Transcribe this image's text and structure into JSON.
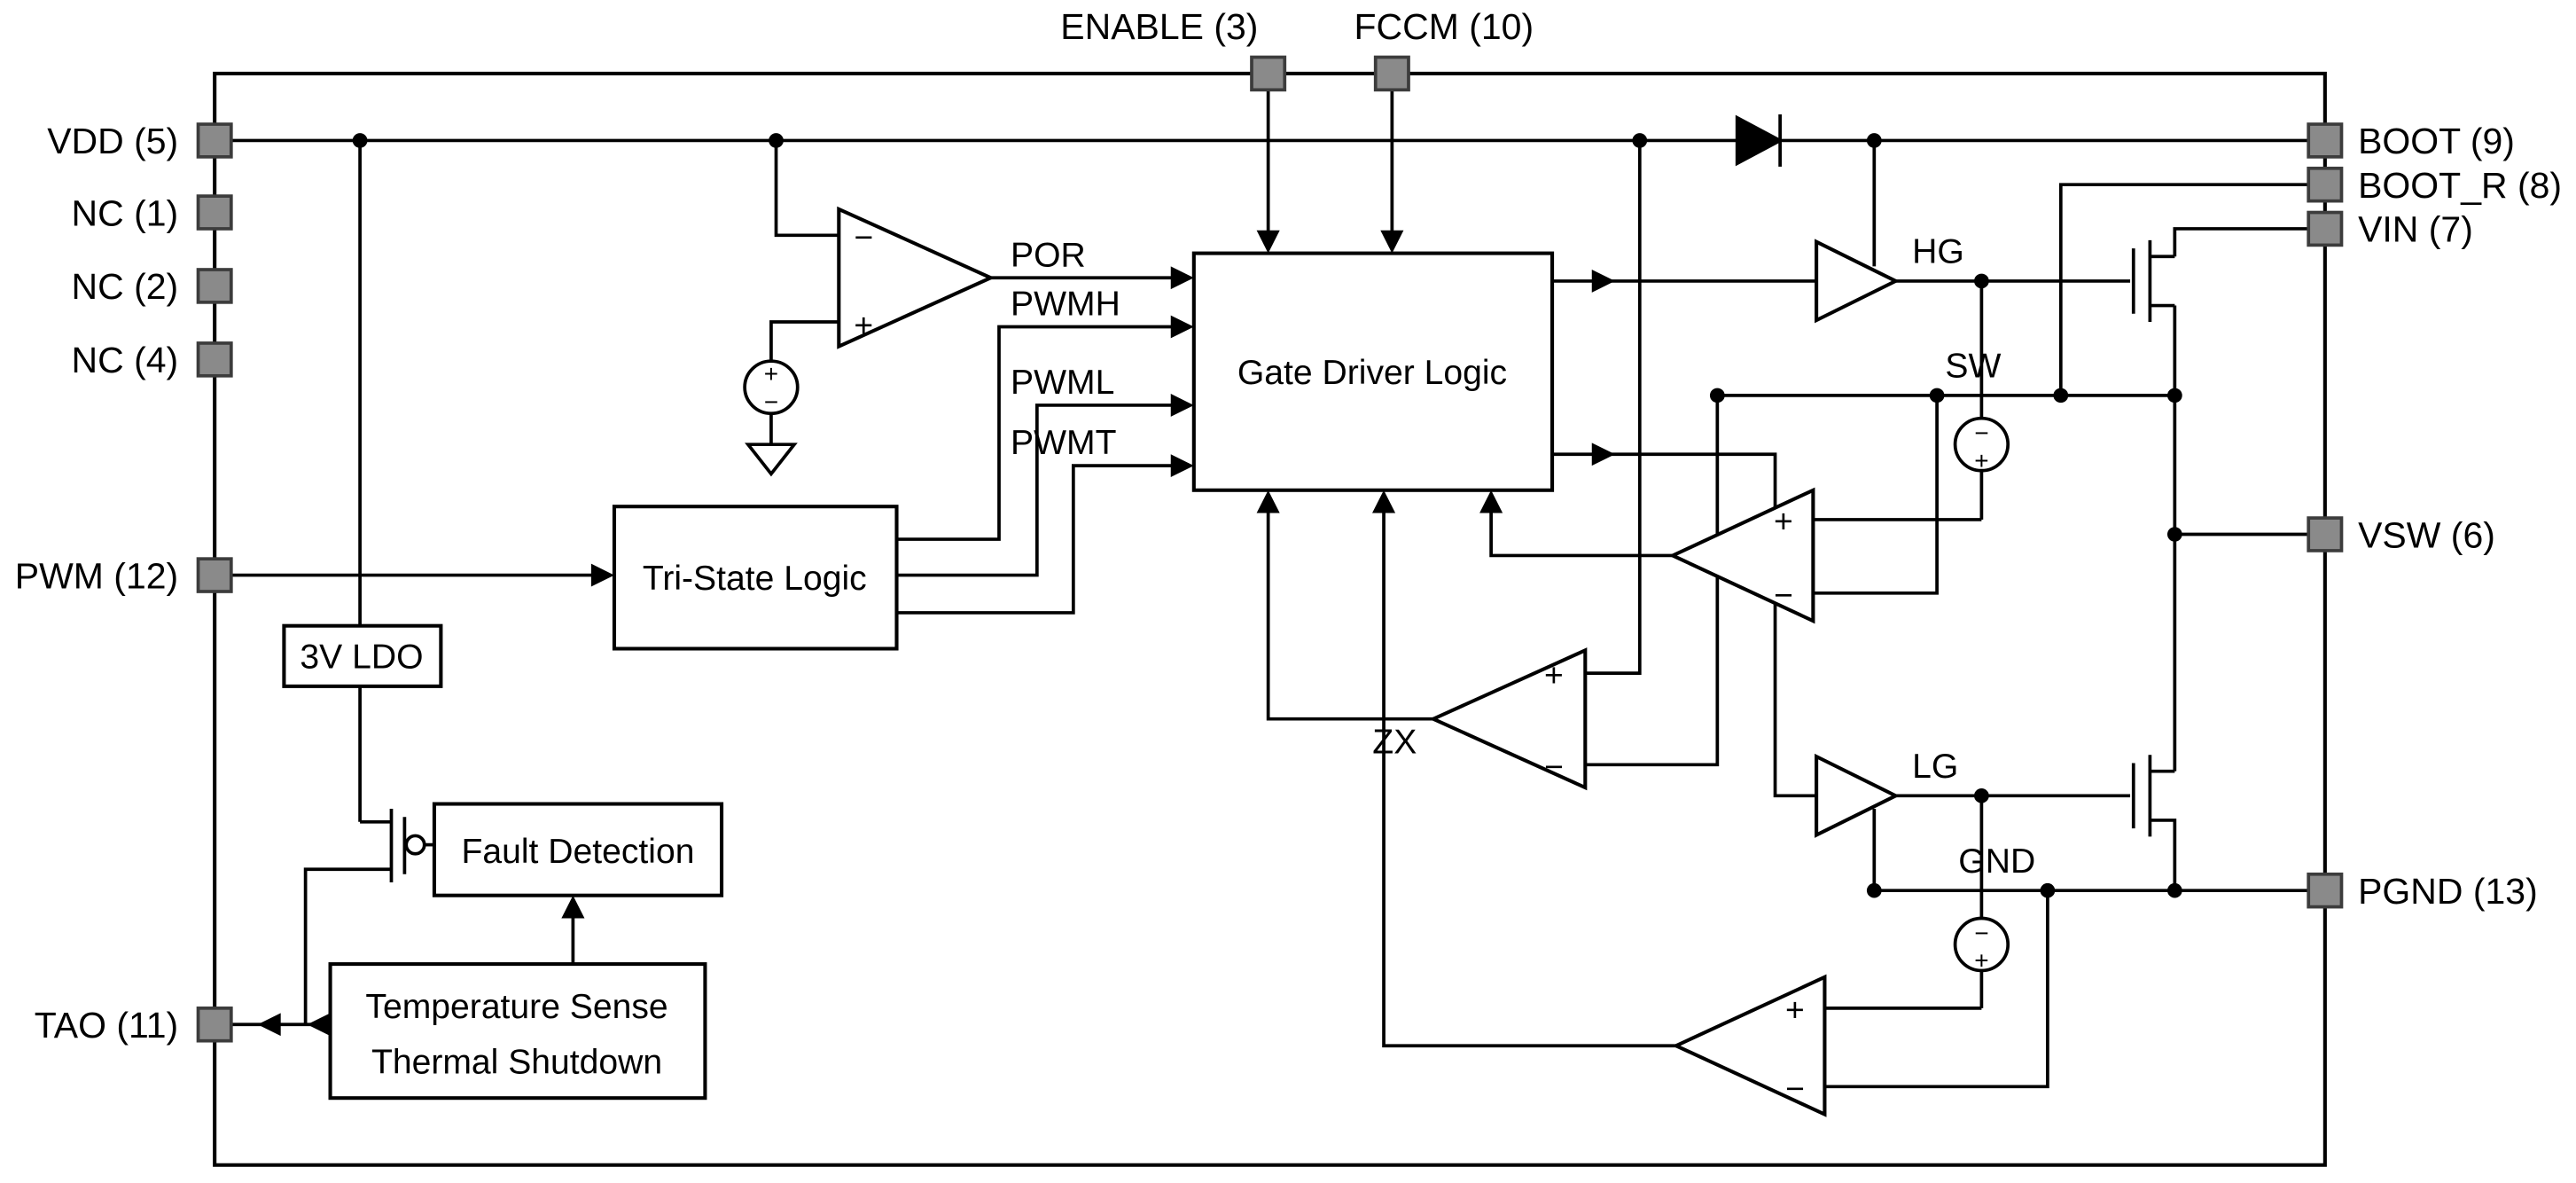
{
  "figure": {
    "pins": {
      "enable": "ENABLE (3)",
      "fccm": "FCCM (10)",
      "vdd": "VDD (5)",
      "nc1": "NC (1)",
      "nc2": "NC (2)",
      "nc4": "NC (4)",
      "pwm": "PWM (12)",
      "tao": "TAO (11)",
      "boot": "BOOT (9)",
      "boot_r": "BOOT_R (8)",
      "vin": "VIN (7)",
      "vsw": "VSW (6)",
      "pgnd": "PGND (13)"
    },
    "blocks": {
      "gate_driver_logic": "Gate Driver Logic",
      "tri_state_logic": "Tri-State Logic",
      "ldo_3v": "3V LDO",
      "fault_detection": "Fault Detection",
      "temperature_sense": "Temperature Sense",
      "thermal_shutdown": "Thermal Shutdown"
    },
    "nets": {
      "por": "POR",
      "pwmh": "PWMH",
      "pwml": "PWML",
      "pwmt": "PWMT",
      "hg": "HG",
      "sw": "SW",
      "lg": "LG",
      "gnd": "GND",
      "zx": "ZX"
    },
    "symbols": {
      "plus": "+",
      "minus": "−"
    }
  }
}
